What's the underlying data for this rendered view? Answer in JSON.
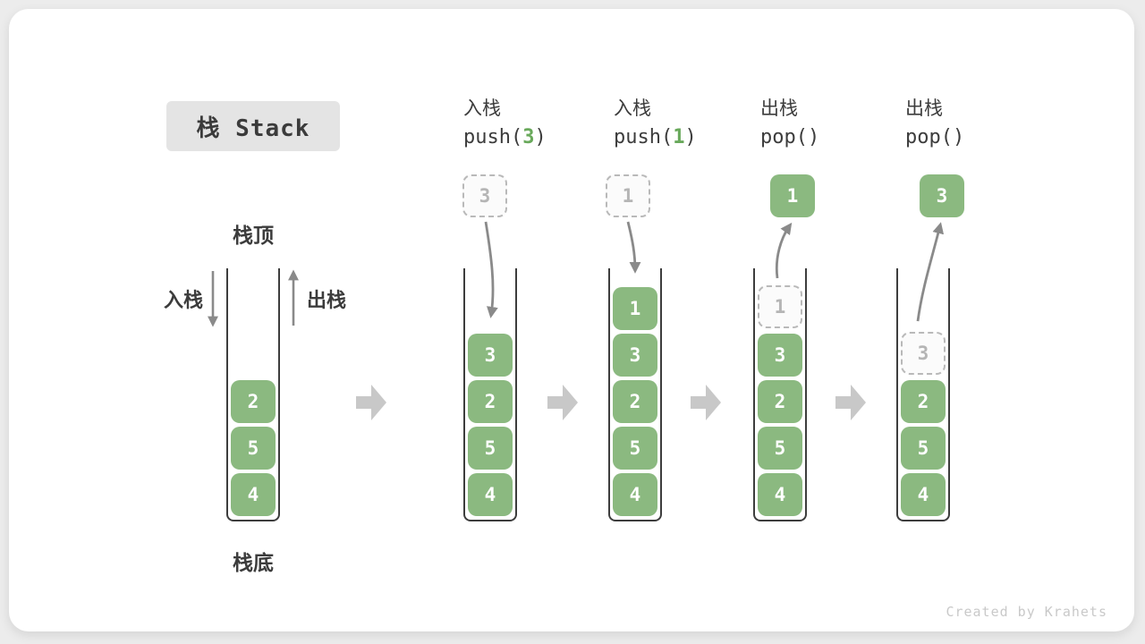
{
  "title": "栈 Stack",
  "side_labels": {
    "stack_top": "栈顶",
    "stack_bottom": "栈底",
    "push_label": "入栈",
    "pop_label": "出栈"
  },
  "columns": [
    {
      "label": "入栈",
      "code_prefix": "push(",
      "code_arg": "3",
      "code_suffix": ")"
    },
    {
      "label": "入栈",
      "code_prefix": "push(",
      "code_arg": "1",
      "code_suffix": ")"
    },
    {
      "label": "出栈",
      "code_prefix": "pop(",
      "code_arg": "",
      "code_suffix": ")"
    },
    {
      "label": "出栈",
      "code_prefix": "pop(",
      "code_arg": "",
      "code_suffix": ")"
    }
  ],
  "floats": {
    "push3_value": "3",
    "push1_value": "1",
    "pop1_value": "1",
    "pop3_value": "3"
  },
  "stacks": [
    {
      "name": "initial",
      "cells": [
        {
          "v": "2"
        },
        {
          "v": "5"
        },
        {
          "v": "4"
        }
      ]
    },
    {
      "name": "after-push-3",
      "cells": [
        {
          "v": "3"
        },
        {
          "v": "2"
        },
        {
          "v": "5"
        },
        {
          "v": "4"
        }
      ]
    },
    {
      "name": "after-push-1",
      "cells": [
        {
          "v": "1"
        },
        {
          "v": "3"
        },
        {
          "v": "2"
        },
        {
          "v": "5"
        },
        {
          "v": "4"
        }
      ]
    },
    {
      "name": "after-pop-1",
      "cells": [
        {
          "v": "1",
          "ghost": true
        },
        {
          "v": "3"
        },
        {
          "v": "2"
        },
        {
          "v": "5"
        },
        {
          "v": "4"
        }
      ]
    },
    {
      "name": "after-pop-3",
      "cells": [
        {
          "v": "3",
          "ghost": true
        },
        {
          "v": "2"
        },
        {
          "v": "5"
        },
        {
          "v": "4"
        }
      ]
    }
  ],
  "watermark": "Created by Krahets",
  "colors": {
    "cell_green": "#8bb980",
    "code_arg_green": "#69a95b",
    "curve_arrow_gray": "#8a8a8a",
    "block_arrow_gray": "#c8c8c8",
    "ghost_border_gray": "#b9b9b9",
    "title_bg": "#e4e4e4",
    "text_dark": "#3c3c3c",
    "watermark_gray": "#c9c9c9"
  }
}
